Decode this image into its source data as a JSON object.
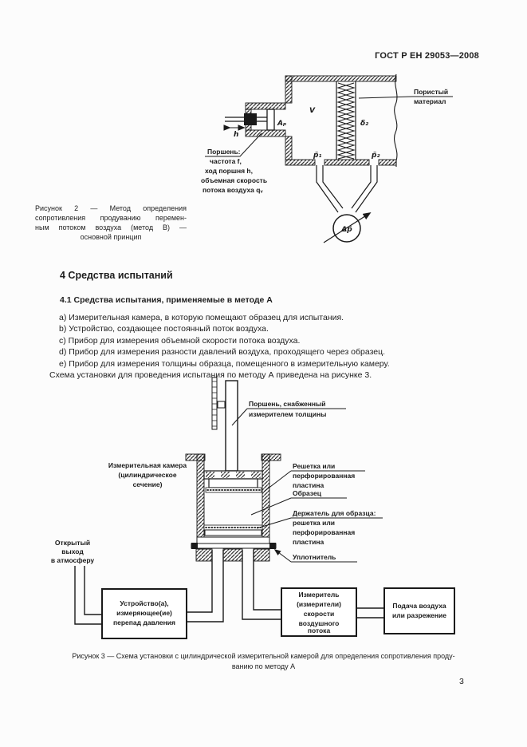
{
  "header": {
    "doc_number": "ГОСТ Р ЕН 29053—2008"
  },
  "figure2": {
    "caption": {
      "line1": "Рисунок 2 — Метод определения",
      "line2": "сопротивления продуванию перемен-",
      "line3": "ным потоком воздуха (метод В) —",
      "line4": "основной принцип"
    },
    "labels": {
      "volume": "V",
      "piston_area": "Aₚ",
      "thickness": "δ₂",
      "pressure1": "p̃₁",
      "pressure2": "p̃₂",
      "pressure_diff": "Δp̃",
      "stroke_h": "h",
      "porous_line1": "Пористый",
      "porous_line2": "материал",
      "piston_line1": "Поршень:",
      "piston_line2": "частота f,",
      "piston_line3": "ход поршня h,",
      "piston_line4": "объемная скорость",
      "piston_line5": "потока воздуха qᵥ"
    }
  },
  "section": {
    "heading": "4 Средства испытаний",
    "subheading": "4.1 Средства испытания, применяемые в методе А",
    "items": [
      "a) Измерительная камера, в которую помещают образец для испытания.",
      "b) Устройство, создающее постоянный поток воздуха.",
      "c) Прибор для измерения объемной скорости потока воздуха.",
      "d) Прибор для измерения разности давлений воздуха, проходящего через образец.",
      "e) Прибор для измерения толщины образца, помещенного в измерительную камеру."
    ],
    "closing": "Схема установки для проведения испытания по методу А приведена на рисунке 3."
  },
  "figure3": {
    "labels": {
      "piston_line1": "Поршень, снабженный",
      "piston_line2": "измерителем толщины",
      "chamber_line1": "Измерительная камера",
      "chamber_line2": "(цилиндрическое",
      "chamber_line3": "сечение)",
      "grid_line1": "Решетка или",
      "grid_line2": "перфорированная",
      "grid_line3": "пластина",
      "sample": "Образец",
      "holder_line1": "Держатель для образца:",
      "holder_line2": "решетка или",
      "holder_line3": "перфорированная",
      "holder_line4": "пластина",
      "seal": "Уплотнитель",
      "outlet_line1": "Открытый",
      "outlet_line2": "выход",
      "outlet_line3": "в атмосферу"
    },
    "boxes": {
      "pressure_device_line1": "Устройство(а),",
      "pressure_device_line2": "измеряющее(ие)",
      "pressure_device_line3": "перепад давления",
      "flow_meter_line1": "Измеритель",
      "flow_meter_line2": "(измерители)",
      "flow_meter_line3": "скорости",
      "flow_meter_line4": "воздушного",
      "flow_meter_line5": "потока",
      "air_supply_line1": "Подача воздуха",
      "air_supply_line2": "или разрежение"
    },
    "caption_line1": "Рисунок 3 — Схема установки с цилиндрической измерительной камерой для определения сопротивления проду-",
    "caption_line2": "ванию по методу А"
  },
  "footer": {
    "page_number": "3"
  }
}
